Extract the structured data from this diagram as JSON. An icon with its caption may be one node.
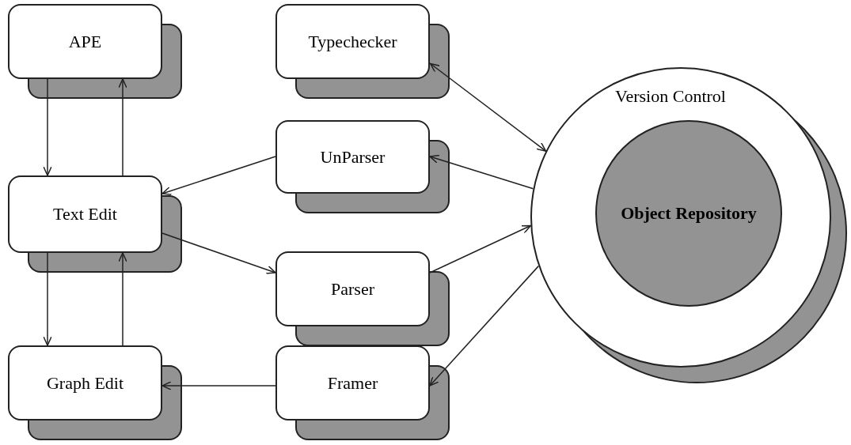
{
  "diagram": {
    "nodes": [
      {
        "text": [
          "APE"
        ]
      },
      {
        "text": [
          "Typechecker"
        ]
      },
      {
        "text": [
          "Version Control"
        ]
      },
      {
        "text": [
          "Object Repository"
        ],
        "in": 2
      },
      {
        "text": [
          "UnParser"
        ]
      },
      {
        "text": [
          "Text Edit"
        ]
      },
      {
        "text": [
          "Parser"
        ]
      },
      {
        "text": [
          "Graph Edit"
        ]
      },
      {
        "text": [
          "Framer"
        ]
      }
    ],
    "edges": [
      {
        "from": 0,
        "to": 5,
        "arrow": "to"
      },
      {
        "from": 5,
        "to": 0,
        "arrow": "to"
      },
      {
        "from": 5,
        "to": 7,
        "arrow": "to"
      },
      {
        "from": 7,
        "to": 5,
        "arrow": "to"
      },
      {
        "from": 1,
        "to": 2,
        "arrow": "both"
      },
      {
        "from": 2,
        "to": 4,
        "arrow": "to"
      },
      {
        "from": 4,
        "to": 5,
        "arrow": "to"
      },
      {
        "from": 5,
        "to": 6,
        "arrow": "to"
      },
      {
        "from": 6,
        "to": 2,
        "arrow": "to"
      },
      {
        "from": 2,
        "to": 8,
        "arrow": "to"
      },
      {
        "from": 8,
        "to": 7,
        "arrow": "to"
      }
    ]
  }
}
